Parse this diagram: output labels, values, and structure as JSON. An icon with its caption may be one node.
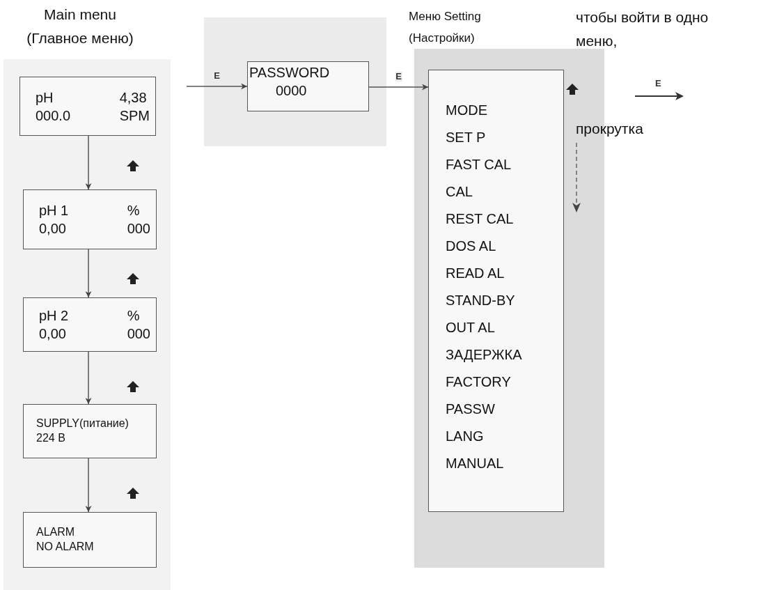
{
  "diagram": {
    "nodes": [
      {
        "text": [
          "pH",
          "4,38",
          "000.0",
          "SPM"
        ]
      },
      {
        "text": [
          "pH 1",
          "%",
          "0,00",
          "000"
        ]
      },
      {
        "text": [
          "pH 2",
          "%",
          "0,00",
          "000"
        ]
      },
      {
        "text": [
          "SUPPLY(питание)",
          "224 В"
        ]
      },
      {
        "text": [
          "ALARM",
          "NO ALARM"
        ]
      },
      {
        "text": [
          "PASSWORD",
          "0000"
        ]
      },
      {
        "text": [
          "MODE",
          "SET P",
          "FAST CAL",
          "CAL",
          "REST CAL",
          "DOS AL",
          "READ AL",
          "STAND-BY",
          "OUT AL",
          "ЗАДЕРЖКА",
          "FACTORY",
          "PASSW",
          "LANG",
          "MANUAL"
        ]
      }
    ],
    "edges": [
      {
        "from": 0,
        "to": 1,
        "arrow": "to"
      },
      {
        "from": 1,
        "to": 2,
        "arrow": "to"
      },
      {
        "from": 2,
        "to": 3,
        "arrow": "to"
      },
      {
        "from": 3,
        "to": 4,
        "arrow": "to"
      },
      {
        "from": null,
        "to": 5,
        "arrow": "to",
        "label": "E"
      },
      {
        "from": 5,
        "to": 6,
        "arrow": "to",
        "label": "E"
      }
    ],
    "labels": [
      "Main menu (Главное меню)",
      "Меню Setting (Настройки)",
      "чтобы войти в одно меню,",
      "E",
      "прокрутка"
    ]
  }
}
